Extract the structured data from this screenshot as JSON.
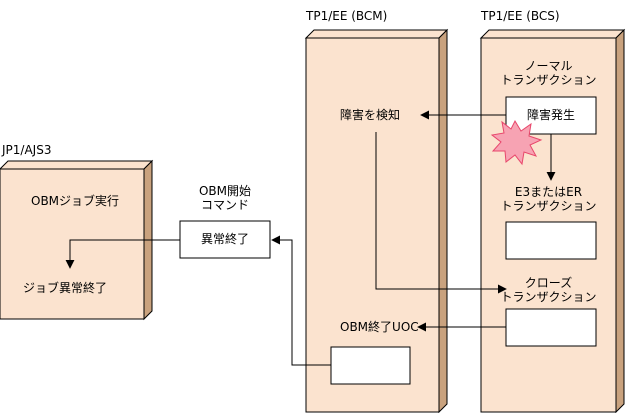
{
  "colors": {
    "server_fill": "#fbe3cf",
    "server_shadow": "#c9a27e",
    "burst_fill": "#f7a3b3",
    "burst_stroke": "#e8476c",
    "line": "#000000"
  },
  "servers": {
    "jp1": {
      "label": "JP1/AJS3",
      "box_text1": "OBMジョブ実行",
      "box_text2": "ジョブ異常終了"
    },
    "bcm": {
      "label": "TP1/EE (BCM)",
      "detect": "障害を検知",
      "uoc": "OBM終了UOC"
    },
    "bcs": {
      "label": "TP1/EE (BCS)",
      "normal_line1": "ノーマル",
      "normal_line2": "トランザクション",
      "fault": "障害発生",
      "e3_line1": "E3またはER",
      "e3_line2": "トランザクション",
      "close_line1": "クローズ",
      "close_line2": "トランザクション"
    }
  },
  "command": {
    "title_line1": "OBM開始",
    "title_line2": "コマンド",
    "box_text": "異常終了"
  },
  "icons": {
    "fault_burst": "burst-icon"
  }
}
